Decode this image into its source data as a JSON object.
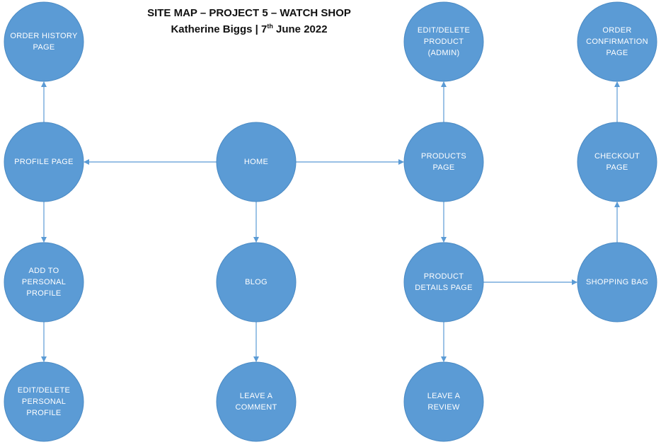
{
  "title": "SITE MAP – PROJECT 5 – WATCH SHOP",
  "subtitle_author": "Katherine Biggs | 7",
  "subtitle_sup": "th",
  "subtitle_date": " June 2022",
  "colors": {
    "node_fill": "#5B9BD5",
    "node_stroke": "#4A8AC4",
    "edge": "#5B9BD5",
    "text": "#ffffff"
  },
  "nodes": [
    {
      "id": "order-history",
      "lines": [
        "ORDER HISTORY",
        "PAGE"
      ]
    },
    {
      "id": "profile",
      "lines": [
        "PROFILE PAGE"
      ]
    },
    {
      "id": "add-profile",
      "lines": [
        "ADD TO",
        "PERSONAL",
        "PROFILE"
      ]
    },
    {
      "id": "edit-profile",
      "lines": [
        "EDIT/DELETE",
        "PERSONAL",
        "PROFILE"
      ]
    },
    {
      "id": "home",
      "lines": [
        "HOME"
      ]
    },
    {
      "id": "blog",
      "lines": [
        "BLOG"
      ]
    },
    {
      "id": "leave-comment",
      "lines": [
        "LEAVE A",
        "COMMENT"
      ]
    },
    {
      "id": "edit-product",
      "lines": [
        "EDIT/DELETE",
        "PRODUCT",
        "(ADMIN)"
      ]
    },
    {
      "id": "products",
      "lines": [
        "PRODUCTS",
        "PAGE"
      ]
    },
    {
      "id": "product-details",
      "lines": [
        "PRODUCT",
        "DETAILS PAGE"
      ]
    },
    {
      "id": "leave-review",
      "lines": [
        "LEAVE A",
        "REVIEW"
      ]
    },
    {
      "id": "order-confirmation",
      "lines": [
        "ORDER",
        "CONFIRMATION",
        "PAGE"
      ]
    },
    {
      "id": "checkout",
      "lines": [
        "CHECKOUT",
        "PAGE"
      ]
    },
    {
      "id": "shopping-bag",
      "lines": [
        "SHOPPING BAG"
      ]
    }
  ],
  "edges": [
    {
      "from": "home",
      "to": "profile"
    },
    {
      "from": "home",
      "to": "products"
    },
    {
      "from": "home",
      "to": "blog"
    },
    {
      "from": "profile",
      "to": "order-history"
    },
    {
      "from": "profile",
      "to": "add-profile"
    },
    {
      "from": "add-profile",
      "to": "edit-profile"
    },
    {
      "from": "blog",
      "to": "leave-comment"
    },
    {
      "from": "products",
      "to": "edit-product"
    },
    {
      "from": "products",
      "to": "product-details"
    },
    {
      "from": "product-details",
      "to": "leave-review"
    },
    {
      "from": "product-details",
      "to": "shopping-bag"
    },
    {
      "from": "shopping-bag",
      "to": "checkout"
    },
    {
      "from": "checkout",
      "to": "order-confirmation"
    }
  ]
}
